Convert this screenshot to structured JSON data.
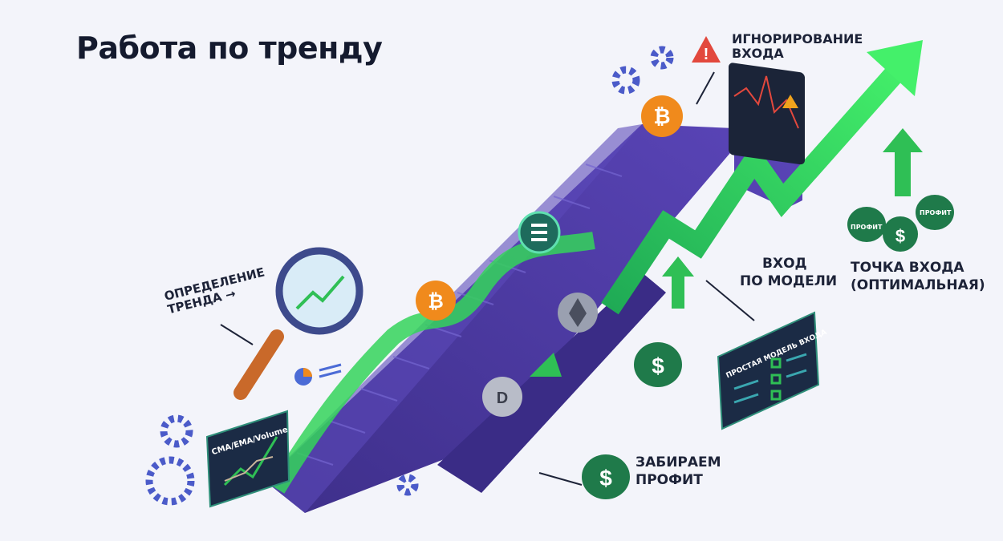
{
  "title": "Работа по тренду",
  "labels": {
    "ignore_entry": "Игнорирование входа",
    "trend_detection": "Определение тренда →",
    "model_entry_line1": "Вход",
    "model_entry_line2": "по модели",
    "entry_point_line1": "Точка входа",
    "entry_point_line2": "(оптимальная)",
    "take_profit_line1": "Забираем",
    "take_profit_line2": "профит"
  },
  "bags": {
    "profit_left": "Профит",
    "profit_right": "Профит",
    "currency_symbol": "$"
  },
  "indicator_panel": {
    "title": "CMA/EMA/Volume"
  },
  "checklist_panel": {
    "title": "Простая модель входа"
  },
  "colors": {
    "stairs": "#4b3a9e",
    "arrow": "#2fd35a",
    "coin_btc": "#f08a1c",
    "panel": "#1b2b45",
    "bag": "#1f7a4a"
  }
}
